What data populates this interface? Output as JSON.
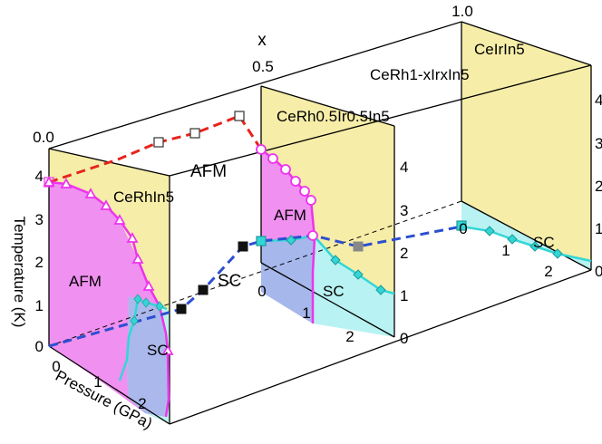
{
  "chart_data": {
    "type": "3d-phase-diagram",
    "title": "CeRh1-xIrxIn5",
    "x_axis": {
      "label": "x",
      "ticks": [
        "0.0",
        "0.5",
        "1.0"
      ]
    },
    "pressure_axis": {
      "label": "Pressure (GPa)",
      "ticks": [
        "0",
        "1",
        "2"
      ]
    },
    "temperature_axis": {
      "label": "Temperature (K)",
      "ticks": [
        "0",
        "1",
        "2",
        "3",
        "4"
      ]
    },
    "panels": [
      {
        "name": "CeRhIn5",
        "x": 0.0,
        "afm_label": "AFM",
        "sc_label": "SC",
        "TN": [
          [
            0,
            3.8
          ],
          [
            0.25,
            3.75
          ],
          [
            0.55,
            3.5
          ],
          [
            0.8,
            3.2
          ],
          [
            1.05,
            2.85
          ],
          [
            1.3,
            2.2
          ],
          [
            1.5,
            1.6
          ],
          [
            1.7,
            1.1
          ],
          [
            1.9,
            0.6
          ],
          [
            1.97,
            0.0
          ]
        ],
        "Tc": [
          [
            1.45,
            0.0
          ],
          [
            1.6,
            0.5
          ],
          [
            1.7,
            0.9
          ],
          [
            1.85,
            1.1
          ],
          [
            2.05,
            1.15
          ],
          [
            2.25,
            1.05
          ],
          [
            2.45,
            0.9
          ]
        ]
      },
      {
        "name": "CeRh0.5Ir0.5In5",
        "x": 0.5,
        "afm_label": "AFM",
        "sc_label": "SC",
        "TN": [
          [
            0,
            3.8
          ],
          [
            0.25,
            3.7
          ],
          [
            0.5,
            3.55
          ],
          [
            0.75,
            3.3
          ],
          [
            1.0,
            3.0
          ],
          [
            1.1,
            2.1
          ],
          [
            1.12,
            0.0
          ]
        ],
        "Tc": [
          [
            0,
            2.1
          ],
          [
            0.5,
            2.1
          ],
          [
            1.0,
            1.95
          ],
          [
            1.5,
            1.7
          ],
          [
            2.0,
            1.35
          ],
          [
            2.3,
            1.1
          ]
        ]
      },
      {
        "name": "CeIrIn5",
        "x": 1.0,
        "sc_label": "SC",
        "Tc": [
          [
            0,
            0.4
          ],
          [
            0.5,
            0.4
          ],
          [
            1.0,
            0.35
          ],
          [
            1.5,
            0.3
          ],
          [
            2.0,
            0.25
          ]
        ]
      }
    ],
    "ambient_TN": [
      [
        0.0,
        3.8
      ],
      [
        0.15,
        4.0
      ],
      [
        0.25,
        4.1
      ],
      [
        0.35,
        4.2
      ],
      [
        0.43,
        4.3
      ],
      [
        0.5,
        3.8
      ]
    ],
    "ambient_Tc": [
      [
        0.0,
        0.1
      ],
      [
        0.1,
        0.2
      ],
      [
        0.2,
        0.6
      ],
      [
        0.3,
        0.9
      ],
      [
        0.5,
        1.1
      ],
      [
        0.75,
        1.0
      ],
      [
        1.0,
        0.4
      ]
    ],
    "region_labels": {
      "afm": "AFM",
      "sc": "SC"
    },
    "colors": {
      "afm": "#ee33ee",
      "afm_fill": "#f090f0",
      "sc": "#33d6d6",
      "sc_fill": "#b8f2f2",
      "ordered_back": "#f6eda8",
      "ambient_TN": "#e8231c",
      "ambient_Tc": "#2c4fd0"
    }
  }
}
